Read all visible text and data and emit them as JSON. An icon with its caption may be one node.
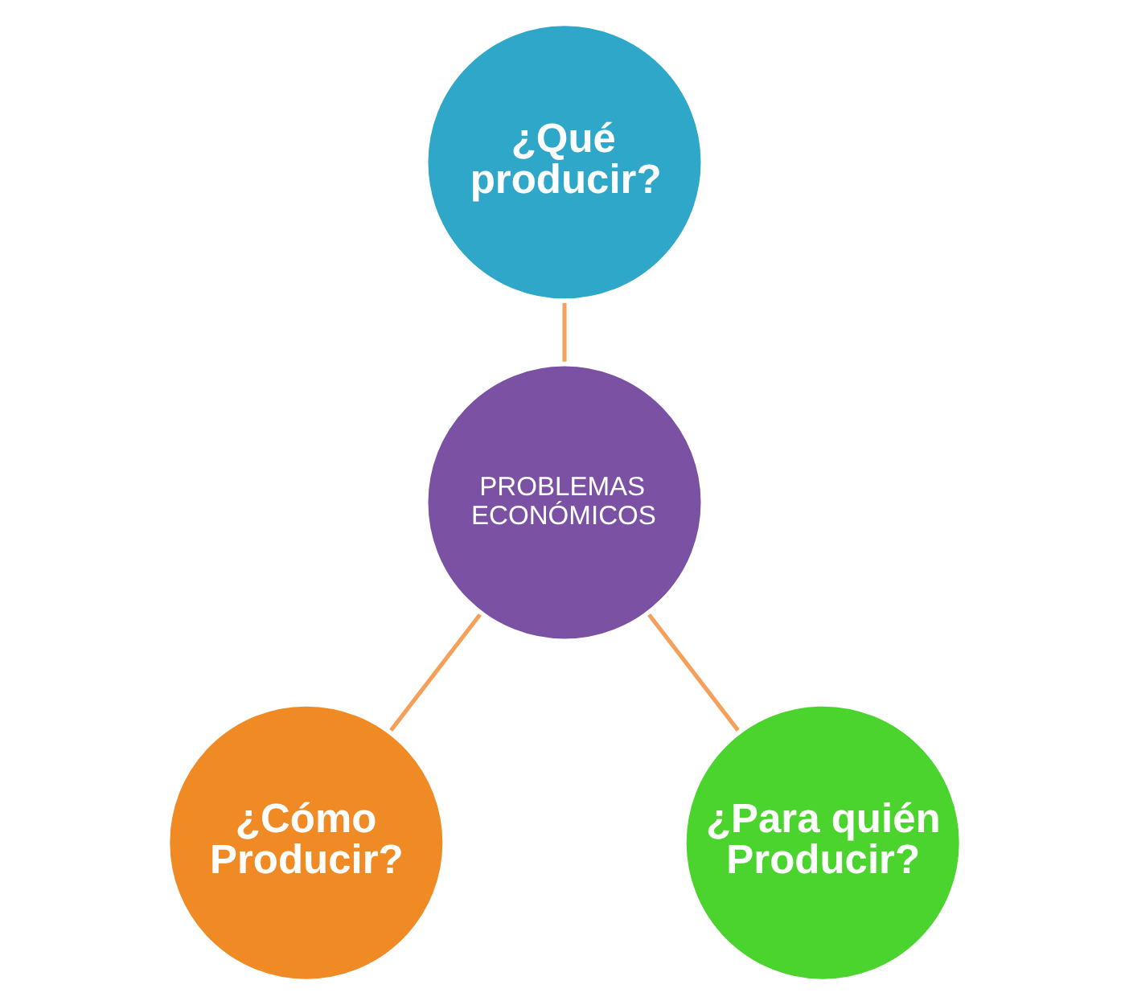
{
  "diagram": {
    "nodes": [
      {
        "text": [
          "¿Qué producir?"
        ]
      },
      {
        "text": [
          "PROBLEMAS ECONÓMICOS"
        ]
      },
      {
        "text": [
          "¿Cómo Producir?"
        ]
      },
      {
        "text": [
          "¿Para quién Producir?"
        ]
      }
    ],
    "edges": [
      {
        "from": 0,
        "to": 1,
        "arrow": "none"
      },
      {
        "from": 1,
        "to": 2,
        "arrow": "none"
      },
      {
        "from": 1,
        "to": 3,
        "arrow": "none"
      }
    ]
  }
}
